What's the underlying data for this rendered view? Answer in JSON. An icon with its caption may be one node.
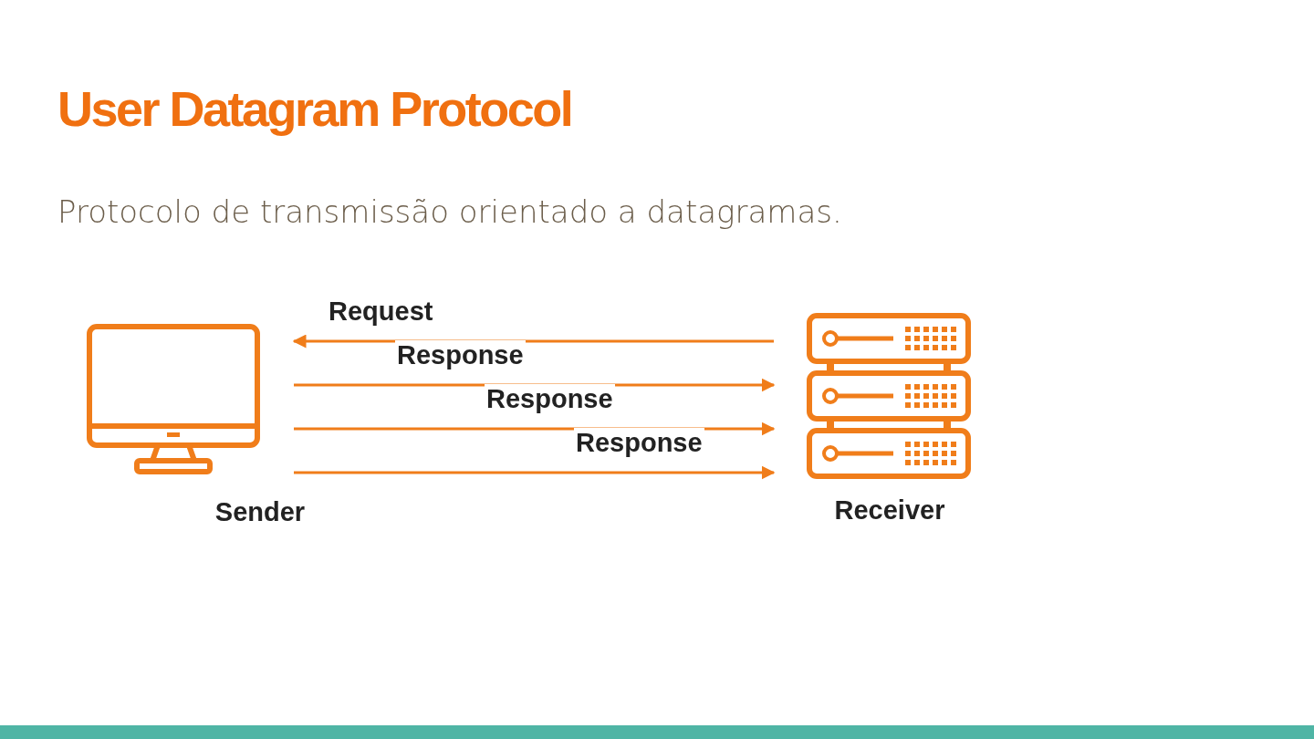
{
  "diagram": {
    "title": "User Datagram Protocol",
    "caption": "Protocolo de transmissão orientado a datagramas.",
    "nodes": [
      {
        "text": [
          "Sender"
        ]
      },
      {
        "text": [
          "Receiver"
        ]
      }
    ],
    "edges": [
      {
        "from": 1,
        "to": 0,
        "arrow": "to",
        "label": "Request"
      },
      {
        "from": 0,
        "to": 1,
        "arrow": "to",
        "label": "Response"
      },
      {
        "from": 0,
        "to": 1,
        "arrow": "to",
        "label": "Response"
      },
      {
        "from": 0,
        "to": 1,
        "arrow": "to",
        "label": "Response"
      }
    ]
  }
}
